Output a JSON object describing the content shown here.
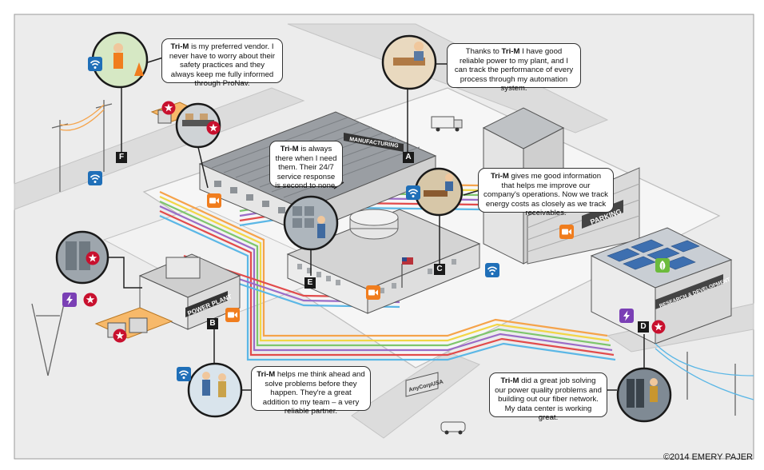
{
  "brand": "Tri-M",
  "callouts": {
    "safety": {
      "text": " is my preferred vendor. I never have to worry about their safety practices and they always keep me fully informed through ProNav."
    },
    "power": {
      "text": "Thanks to  I have good reliable power to my plant, and I can track the performance of every process through my automation system.",
      "pre": "Thanks to ",
      "post": " I have good reliable power to my plant, and I can track the performance of every process through my automation system."
    },
    "service": {
      "text": " is always there when I need them. Their 24/7 service response is second to none."
    },
    "info": {
      "text": " gives me good information that helps me improve our company's operations. Now we track energy costs as closely as we track receivables."
    },
    "partner": {
      "text": " helps me think ahead and solve problems before they happen. They're a great addition to my team – a very reliable partner."
    },
    "fiber": {
      "text": " did a great job solving our power quality problems and building out our fiber network. My data center is working great."
    }
  },
  "tags": {
    "a": "A",
    "b": "B",
    "c": "C",
    "d": "D",
    "e": "E",
    "f": "F"
  },
  "signs": {
    "manufacturing": "MANUFACTURING",
    "power_plant": "POWER PLANT",
    "parking": "PARKING",
    "research": "RESEARCH & DEVELOPMENT",
    "anycorp": "AnyCorpUSA"
  },
  "credit": "©2014 EMERY PAJER",
  "colors": {
    "background": "#ececec",
    "ground": "#f6f6f6",
    "road": "#dcdcdc",
    "cable_orange": "#f5a34a",
    "cable_yellow": "#f2d646",
    "cable_green": "#7ec66c",
    "cable_purple": "#9b6cc7",
    "cable_red": "#e24b4b",
    "cable_blue": "#5bb7e6",
    "wifi_icon": "#1f6fb8",
    "camera_icon": "#f07d1e",
    "lightning_icon": "#7a3fb5",
    "leaf_icon": "#6cbb3c",
    "star_icon": "#c8102e"
  }
}
